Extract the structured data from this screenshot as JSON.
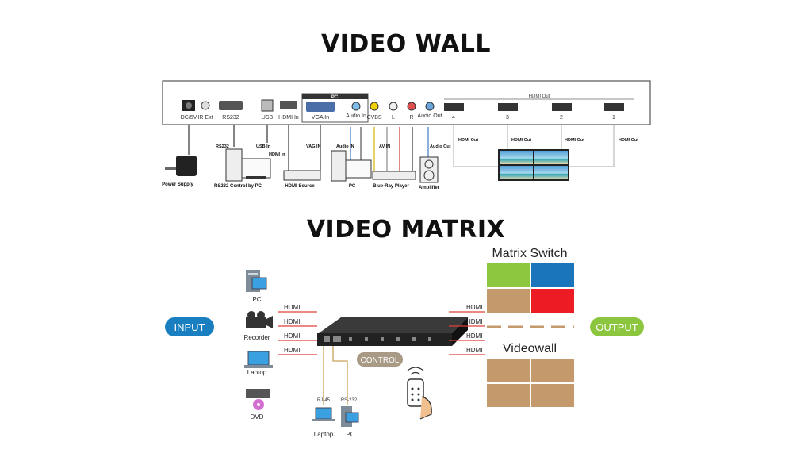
{
  "titles": {
    "top": "VIDEO WALL",
    "bottom": "VIDEO MATRIX"
  },
  "wall": {
    "panel_ports": {
      "dc": "DC/5V",
      "irext": "IR Ext",
      "rs232": "RS232",
      "usb": "USB",
      "hdmi_in": "HDMI In",
      "pc_group": "PC",
      "vga_in": "VGA In",
      "audio_in": "Audio In",
      "cvbs": "CVBS",
      "l": "L",
      "r": "R",
      "audio_out": "Audio Out",
      "hdmi_out_group": "HDMI Out",
      "out4": "4",
      "out3": "3",
      "out2": "2",
      "out1": "1"
    },
    "cable_labels": {
      "rs232": "RS232",
      "usb_in": "USB In",
      "hdmi_in": "HDMI In",
      "vag_in": "VAG IN",
      "audio_in": "Audio IN",
      "av_in": "AV IN",
      "audio_out": "Audio Out",
      "hdmi_out_a": "HDMI Out",
      "hdmi_out_b": "HDMI Out",
      "hdmi_out_c": "HDMI Out",
      "hdmi_out_d": "HDMI Out"
    },
    "devices": {
      "power": "Power Supply",
      "rs232pc": "RS232 Control by PC",
      "hdmi_source": "HDMI Source",
      "pc": "PC",
      "bluray": "Blue-Ray Player",
      "amplifier": "Amplifier"
    }
  },
  "matrix": {
    "input_badge": "INPUT",
    "output_badge": "OUTPUT",
    "control_badge": "CONTROL",
    "matrix_switch": "Matrix Switch",
    "videowall": "Videowall",
    "sources": [
      "PC",
      "Recorder",
      "Laptop",
      "DVD"
    ],
    "hdmi_in": [
      "HDMI",
      "HDMI",
      "HDMI",
      "HDMI"
    ],
    "hdmi_out": [
      "HDMI",
      "HDMI",
      "HDMI",
      "HDMI"
    ],
    "rj45": "RJ-45",
    "rs232": "RS-232",
    "control_devices": {
      "laptop": "Laptop",
      "pc": "PC"
    },
    "colors": {
      "badge": "#1a7fc1",
      "output_badge": "#8cc63f",
      "control_badge": "#a89a85",
      "green": "#8dc63f",
      "blue": "#1b75bb",
      "tan": "#c49a6c",
      "red": "#ed1c24",
      "wire": "#e0403a"
    }
  }
}
